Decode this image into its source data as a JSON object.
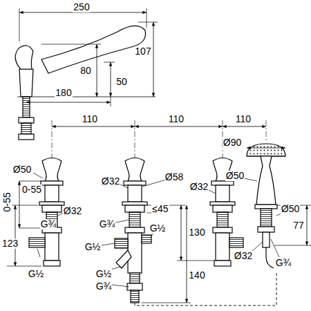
{
  "diagram": {
    "labels": [
      "250",
      "107",
      "80",
      "50",
      "180",
      "110",
      "110",
      "110",
      "Ø90",
      "Ø50",
      "Ø58",
      "Ø50",
      "0-55",
      "Ø32",
      "Ø32",
      "≤45",
      "0-55",
      "Ø32",
      "G¾",
      "Ø50",
      "G¾",
      "G½",
      "130",
      "77",
      "123",
      "G½",
      "Ø32",
      "G½",
      "G½",
      "G¾",
      "140",
      "G¾"
    ]
  }
}
